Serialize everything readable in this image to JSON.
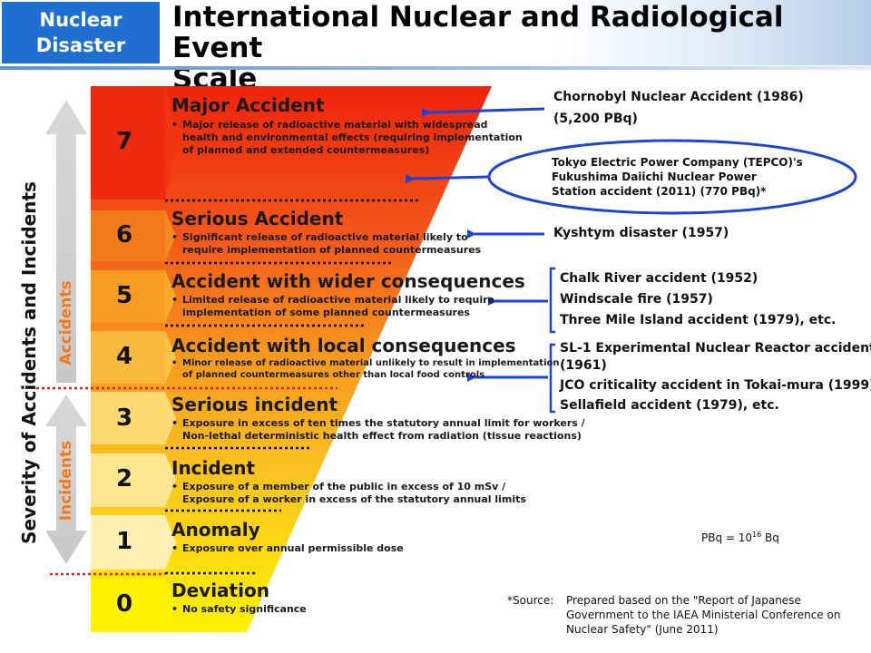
{
  "header": {
    "badge_line1": "Nuclear",
    "badge_line2": "Disaster",
    "title_line1": "International Nuclear and Radiological Event",
    "title_line2": "Scale"
  },
  "axis": {
    "severity_label": "Severity of Accidents and Incidents",
    "accidents_label": "Accidents",
    "incidents_label": "Incidents"
  },
  "levels": [
    {
      "number": "7",
      "title": "Major Accident",
      "desc": [
        "Major release of radioactive material with widespread",
        "health and environmental effects (requiring implementation",
        "of planned and extended countermeasures)"
      ]
    },
    {
      "number": "6",
      "title": "Serious Accident",
      "desc": [
        "Significant release of radioactive material likely to",
        "require implementation of planned countermeasures"
      ]
    },
    {
      "number": "5",
      "title": "Accident with wider consequences",
      "desc": [
        "Limited release of radioactive material likely to require",
        "implementation of some planned countermeasures"
      ]
    },
    {
      "number": "4",
      "title": "Accident with local consequences",
      "desc": [
        "Minor release of radioactive material unlikely to result in implementation",
        "of planned countermeasures other than local food controls"
      ]
    },
    {
      "number": "3",
      "title": "Serious incident",
      "desc": [
        "Exposure in excess of ten times the statutory annual limit for workers /",
        "Non-lethal deterministic health effect from radiation (tissue reactions)"
      ]
    },
    {
      "number": "2",
      "title": "Incident",
      "desc": [
        "Exposure of a member of the public in excess of 10 mSv /",
        "Exposure of a worker in excess of the statutory annual limits"
      ]
    },
    {
      "number": "1",
      "title": "Anomaly",
      "desc": [
        "Exposure over annual permissible dose"
      ]
    },
    {
      "number": "0",
      "title": "Deviation",
      "desc": [
        "No safety significance"
      ]
    }
  ],
  "events": {
    "chornobyl": [
      "Chornobyl Nuclear Accident (1986)",
      "(5,200 PBq)"
    ],
    "fukushima": [
      "Tokyo Electric Power Company (TEPCO)'s",
      "Fukushima Daiichi Nuclear Power",
      "Station accident (2011) (770 PBq)*"
    ],
    "kyshtym": "Kyshtym disaster (1957)",
    "level5": [
      "Chalk River accident (1952)",
      "Windscale fire (1957)",
      "Three Mile Island accident (1979), etc."
    ],
    "level4": [
      "SL-1 Experimental Nuclear Reactor accident",
      "(1961)",
      "JCO criticality accident in Tokai-mura (1999)",
      "Sellafield accident (1979), etc."
    ]
  },
  "unit_note": {
    "prefix": "PBq = 10",
    "exponent": "16",
    "suffix": " Bq"
  },
  "source": {
    "label": "*Source:",
    "lines": [
      "Prepared based on the \"Report of Japanese",
      "Government to the IAEA Ministerial Conference on",
      "Nuclear Safety\" (June 2011)"
    ]
  },
  "colors": {
    "brand_blue": "#1f6fd0",
    "arrow_blue": "#1b43d6",
    "dotted_red": "#e02020",
    "accent_orange": "#f07a1a",
    "funnel_top": "#ef2a0c",
    "funnel_bottom": "#fff200"
  }
}
